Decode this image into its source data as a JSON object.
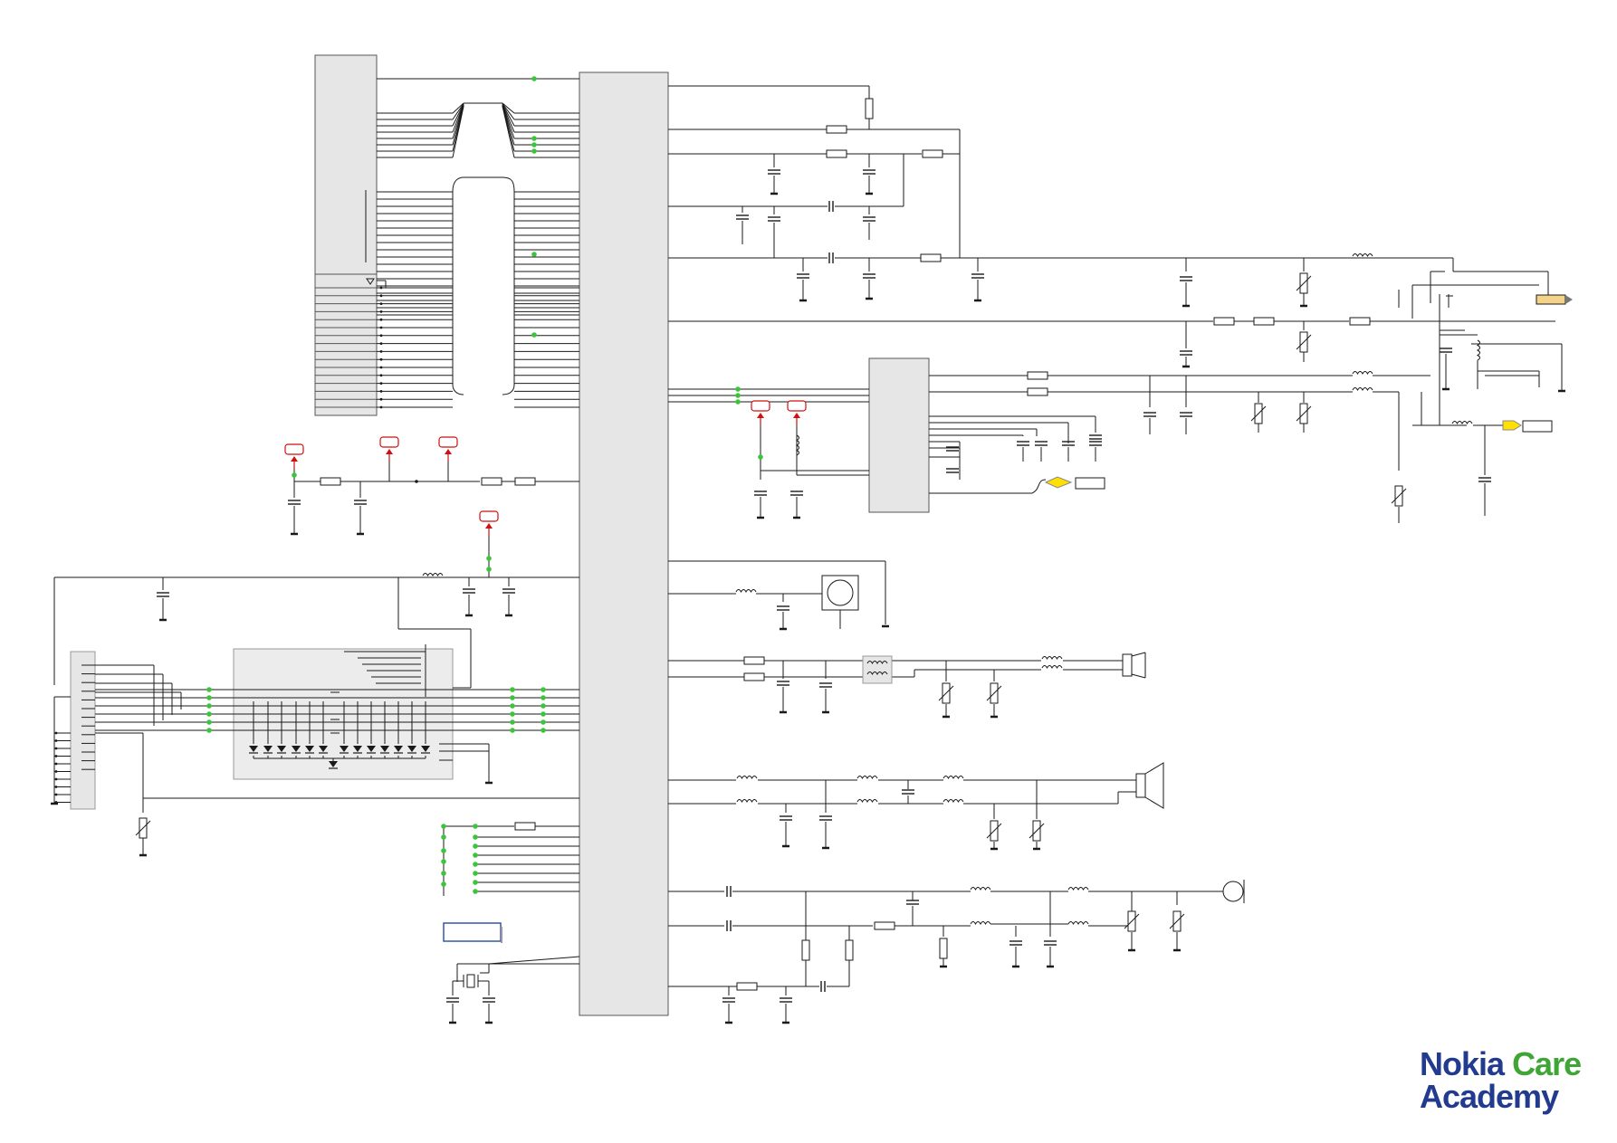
{
  "logo": {
    "brand": "Nokia",
    "care": "Care",
    "line2": "Academy",
    "colors": {
      "brand": "#233b8f",
      "care": "#3fa535"
    }
  },
  "colors": {
    "wire": "#1a1a1a",
    "block_fill": "#e6e6e6",
    "block_stroke": "#555555",
    "junction": "#3cc43c",
    "power_flag": "#cc1111",
    "net_flag": "#ffe000",
    "label_box": "#3355aa"
  }
}
